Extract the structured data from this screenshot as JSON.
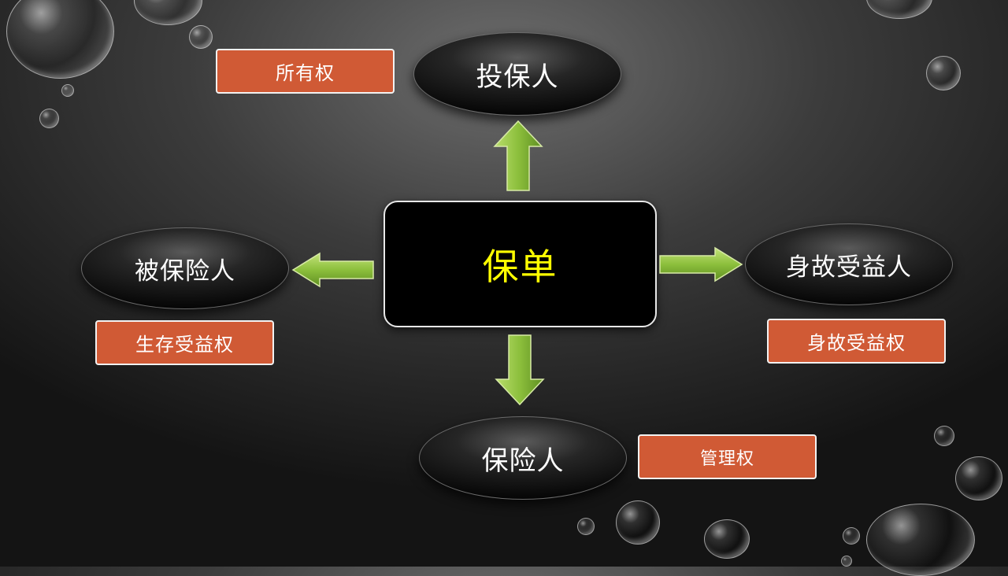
{
  "center": {
    "label": "保单",
    "color": "#ffff00"
  },
  "nodes": {
    "top": "投保人",
    "left": "被保险人",
    "right": "身故受益人",
    "bottom": "保险人"
  },
  "tags": {
    "ownership": "所有权",
    "survival_benefit": "生存受益权",
    "death_benefit": "身故受益权",
    "management": "管理权"
  },
  "colors": {
    "tag_fill": "#d05a35",
    "arrow_green": "#8cbf3c"
  }
}
